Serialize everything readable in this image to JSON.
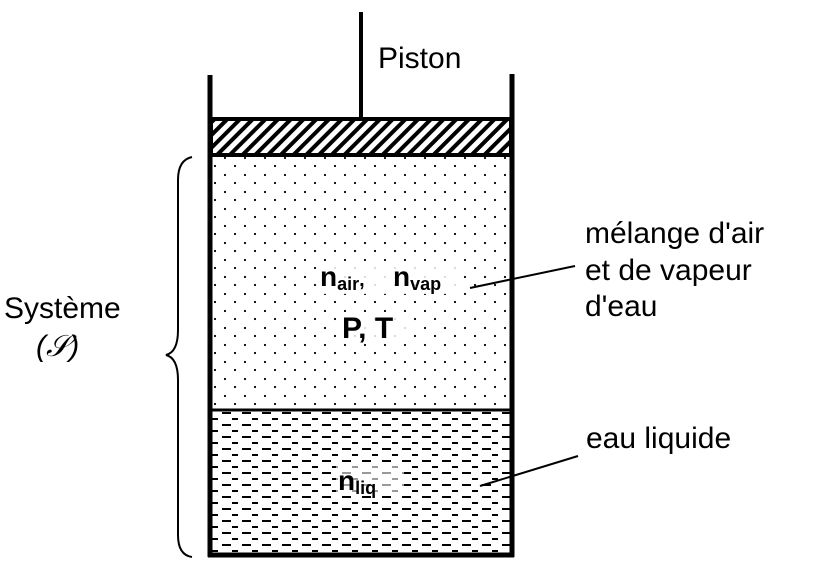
{
  "labels": {
    "piston": "Piston",
    "mixture_line1": "mélange d'air",
    "mixture_line2": "et de vapeur",
    "mixture_line3": "d'eau",
    "liquid": "eau liquide",
    "system": "Système",
    "system_symbol": "(𝒮)"
  },
  "symbols": {
    "n": "n",
    "air_sub": "air",
    "sep": ",",
    "vap_sub": "vap",
    "pt": "P, T",
    "liq_sub": "liq"
  }
}
